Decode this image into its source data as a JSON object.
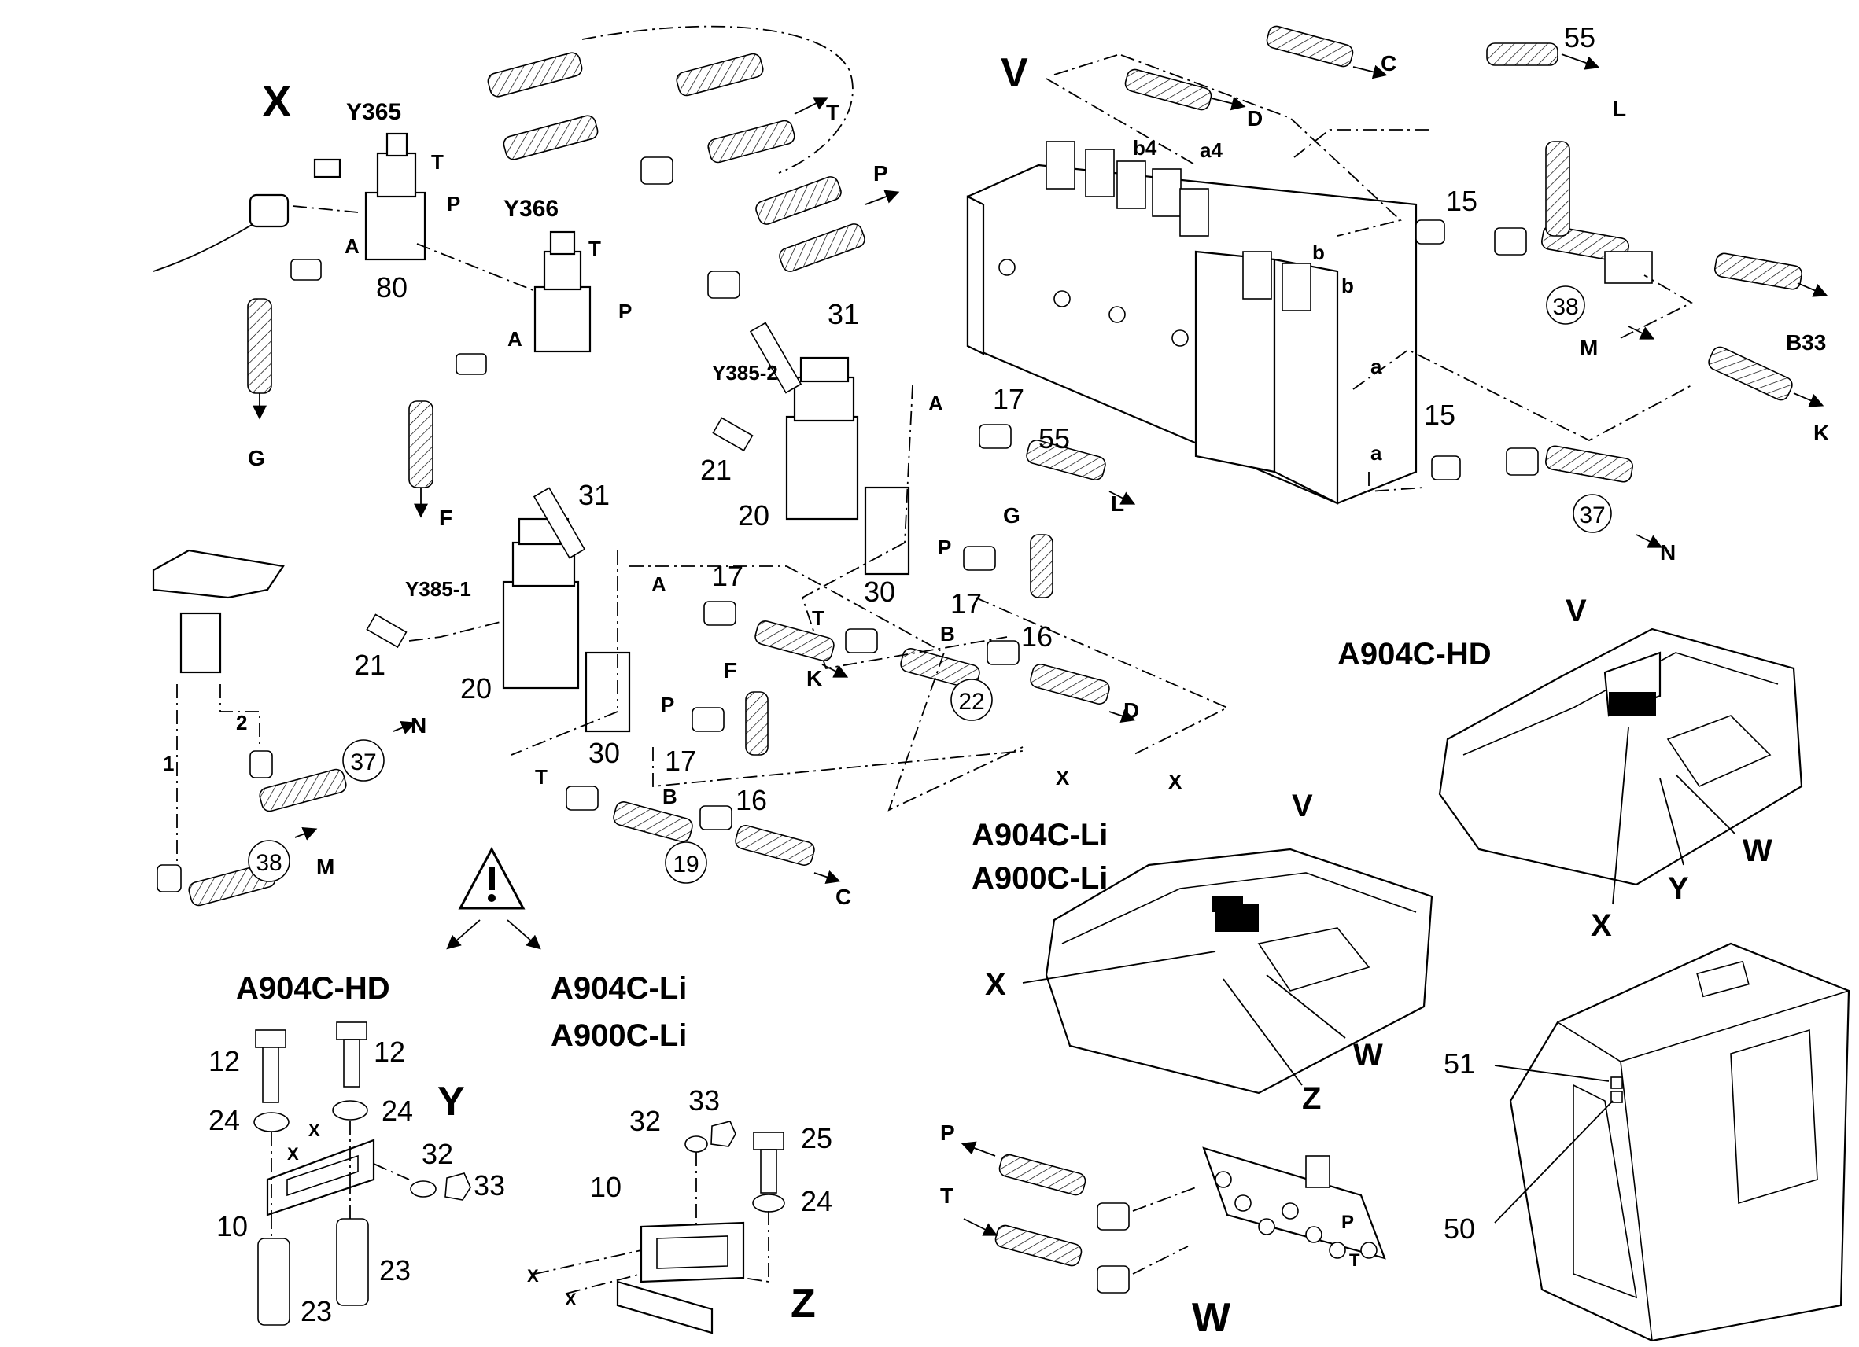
{
  "section_titles": {
    "x": "X",
    "v": "V",
    "w": "W",
    "y": "Y",
    "z": "Z"
  },
  "valves": {
    "y365": "Y365",
    "y366": "Y366",
    "y385_2": "Y385-2",
    "y385_1": "Y385-1"
  },
  "models": {
    "hd_top": "A904C-HD",
    "li1_mid": "A904C-Li",
    "li2_mid": "A900C-Li",
    "hd_bottom": "A904C-HD",
    "li1_bottom": "A904C-Li",
    "li2_bottom": "A900C-Li"
  },
  "ports": {
    "t1": "T",
    "p1": "P",
    "a1": "A",
    "t2": "T",
    "p2": "P",
    "a2": "A",
    "p3": "P",
    "t3": "T",
    "a3": "A",
    "p4": "P",
    "b1": "B",
    "a4": "A",
    "t4": "T",
    "p5": "P",
    "b2": "B",
    "t5": "T",
    "b4": "b4",
    "a4s": "a4",
    "bb1": "b",
    "bb2": "b",
    "aa1": "a",
    "aa2": "a",
    "w_p": "P",
    "w_t": "T",
    "w_pin": "P",
    "w_tin": "T"
  },
  "flow_labels": {
    "g": "G",
    "f": "F",
    "c_top": "C",
    "d_top": "D",
    "l_top": "L",
    "m_right": "M",
    "b33": "B33",
    "k_right": "K",
    "n_right": "N",
    "l_mid": "L",
    "g_mid": "G",
    "d_mid": "D",
    "k_mid": "K",
    "f_mid": "F",
    "x1": "X",
    "x2": "X",
    "n_left": "N",
    "m_left": "M",
    "c_bot": "C",
    "line1": "1",
    "line2": "2"
  },
  "part_numbers": {
    "n80": "80",
    "n31a": "31",
    "n31b": "31",
    "n21a": "21",
    "n21b": "21",
    "n20a": "20",
    "n20b": "20",
    "n30a": "30",
    "n30b": "30",
    "n17a": "17",
    "n17b": "17",
    "n17c": "17",
    "n17d": "17",
    "n55a": "55",
    "n55b": "55",
    "n16a": "16",
    "n16b": "16",
    "n15a": "15",
    "n15b": "15",
    "c38a": "38",
    "c37a": "37",
    "c22": "22",
    "c19": "19",
    "c37b": "37",
    "c38b": "38",
    "n12a": "12",
    "n12b": "12",
    "n24a": "24",
    "n24b": "24",
    "n24c": "24",
    "n32a": "32",
    "n33a": "33",
    "n32b": "32",
    "n33b": "33",
    "n10a": "10",
    "n10b": "10",
    "n23a": "23",
    "n23b": "23",
    "n25": "25",
    "n51": "51",
    "n50": "50"
  },
  "callouts": {
    "hd_v": "V",
    "hd_x": "X",
    "hd_y": "Y",
    "hd_w": "W",
    "li_v": "V",
    "li_x": "X",
    "li_z": "Z",
    "li_w": "W"
  },
  "small_x": {
    "y_x1": "X",
    "y_x2": "X",
    "z_x1": "X",
    "z_x2": "X"
  },
  "icons": [
    "warning-icon"
  ]
}
